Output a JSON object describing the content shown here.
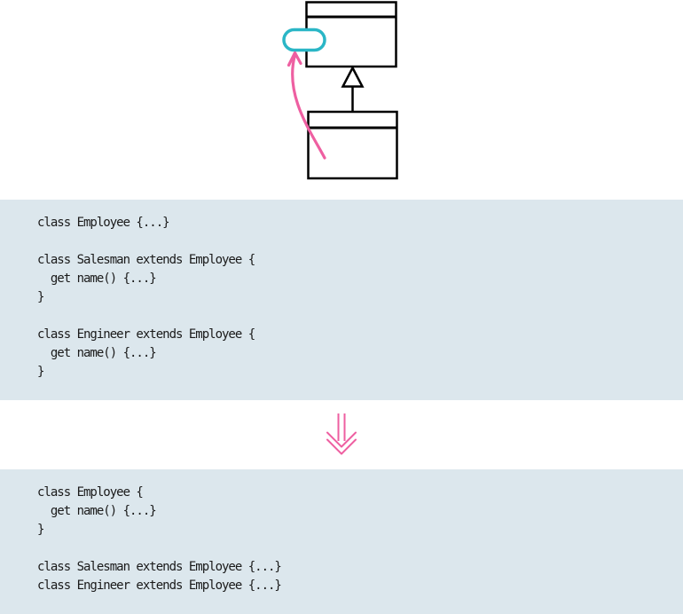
{
  "colors": {
    "panel_bg": "#dce7ed",
    "code_text": "#1a1a1a",
    "line_black": "#000000",
    "teal": "#2ab6c6",
    "pink": "#ee5fa1"
  },
  "icons": {
    "inheritance_arrow": "hollow-triangle-generalization-arrow",
    "method_highlight": "teal-ellipse-highlight",
    "pull_up_annotation": "pink-curved-arrow",
    "refactor_direction": "pink-double-down-arrow"
  },
  "diagram": {
    "superclass_box": "",
    "subclass_box": ""
  },
  "panels": {
    "before": {
      "code": "class Employee {...}\n\nclass Salesman extends Employee {\n  get name() {...}\n}\n\nclass Engineer extends Employee {\n  get name() {...}\n}"
    },
    "after": {
      "code": "class Employee {\n  get name() {...}\n}\n\nclass Salesman extends Employee {...}\nclass Engineer extends Employee {...}"
    }
  }
}
